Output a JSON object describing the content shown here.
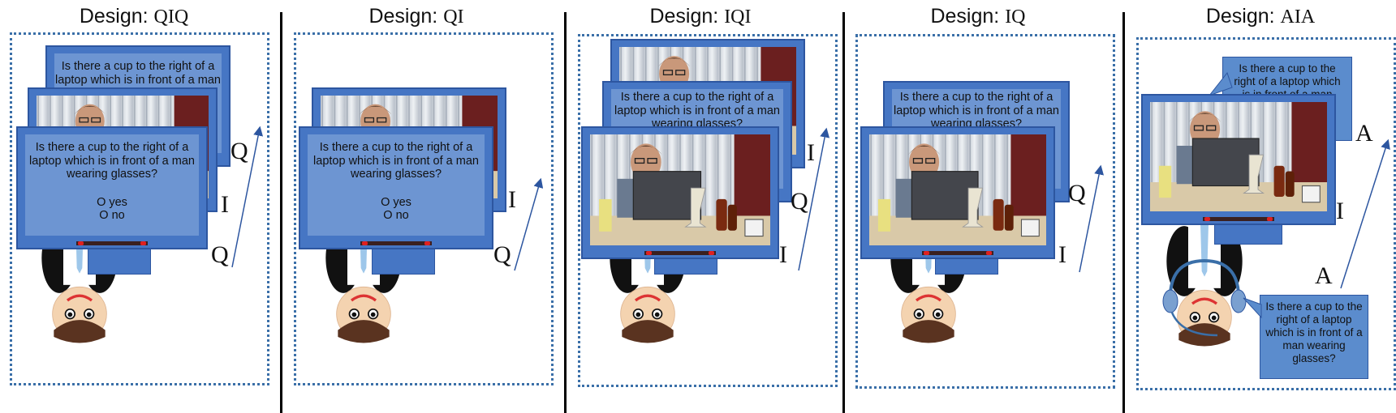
{
  "question_text": "Is there a cup to the right of a laptop which is in front of a man wearing glasses?",
  "answer_options": [
    "O yes",
    "O no"
  ],
  "title_prefix": "Design: ",
  "panels": [
    {
      "design": "QIQ",
      "sequence": [
        "Q",
        "I",
        "Q"
      ]
    },
    {
      "design": "QI",
      "sequence": [
        "Q",
        "I"
      ]
    },
    {
      "design": "IQI",
      "sequence": [
        "I",
        "Q",
        "I"
      ]
    },
    {
      "design": "IQ",
      "sequence": [
        "I",
        "Q"
      ]
    },
    {
      "design": "AIA",
      "sequence": [
        "A",
        "I",
        "A"
      ]
    }
  ],
  "colors": {
    "monitor": "#4676c4",
    "screen": "#6d95d2",
    "frame": "#3a6fa8",
    "arrow": "#2d56a0"
  }
}
